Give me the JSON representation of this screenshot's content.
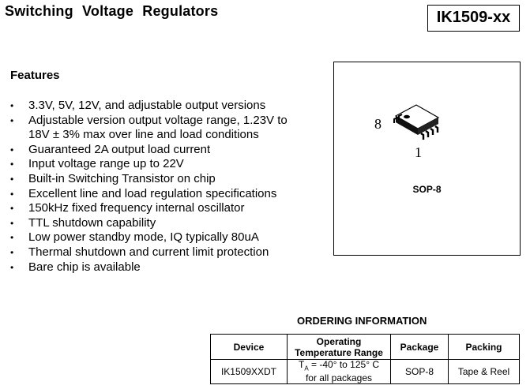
{
  "header": {
    "title": "Switching  Voltage  Regulators",
    "part_number": "IK1509-xx"
  },
  "features": {
    "heading": "Features",
    "bullet": "•",
    "items": [
      "3.3V, 5V, 12V, and adjustable output versions",
      "Adjustable version output voltage range, 1.23V to 18V ± 3% max over line and load conditions",
      "Guaranteed 2A output load current",
      "Input voltage range up to 22V",
      "Built-in Switching Transistor on chip",
      "Excellent line and load regulation specifications",
      "150kHz fixed frequency internal oscillator",
      "TTL shutdown capability",
      "Low power standby mode, IQ typically 80uA",
      "Thermal shutdown and current limit protection",
      "Bare chip is available"
    ]
  },
  "package": {
    "pin_high_label": "8",
    "pin_low_label": "1",
    "name": "SOP-8"
  },
  "ordering": {
    "title": "ORDERING INFORMATION",
    "headers": {
      "device": "Device",
      "temp_line1": "Operating",
      "temp_line2": "Temperature Range",
      "package": "Package",
      "packing": "Packing"
    },
    "rows": [
      {
        "device": "IK1509XXDT",
        "temp_prefix": "T",
        "temp_sub": "A",
        "temp_line1": " = -40° to 125° C",
        "temp_line2": "for  all packages",
        "package": "SOP-8",
        "packing": "Tape & Reel"
      }
    ]
  }
}
